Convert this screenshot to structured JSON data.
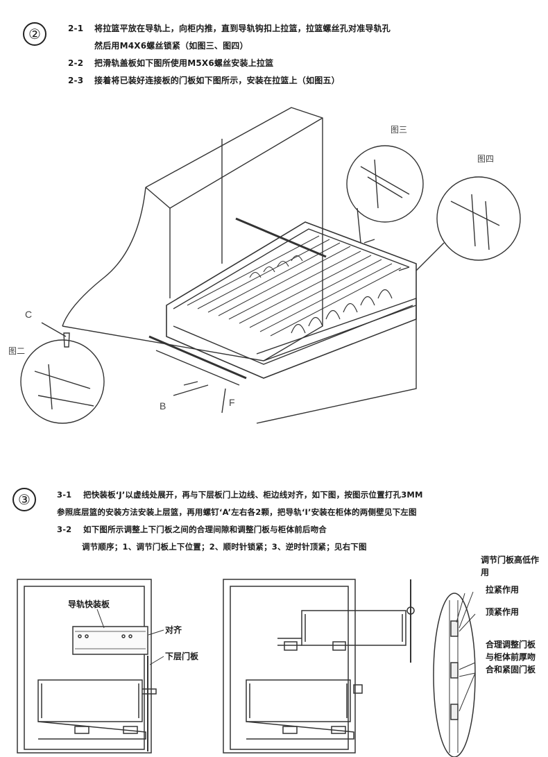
{
  "section2": {
    "number": "②",
    "lines": [
      {
        "num": "2-1",
        "text": "将拉篮平放在导轨上，向柜内推，直到导轨钩扣上拉篮，拉篮螺丝孔对准导轨孔"
      },
      {
        "num": "",
        "text": "然后用M4X6螺丝锁紧（如图三、图四）"
      },
      {
        "num": "2-2",
        "text": "把滑轨盖板如下图所使用M5X6螺丝安装上拉篮"
      },
      {
        "num": "2-3",
        "text": "接着将已装好连接板的门板如下图所示，安装在拉篮上（如图五）"
      }
    ],
    "figure": {
      "fig3": "图三",
      "fig4": "图四",
      "fig2": "图二",
      "label_c": "C",
      "label_b": "B",
      "label_f": "F"
    }
  },
  "section3": {
    "number": "③",
    "lines": [
      {
        "num": "3-1",
        "text": "把快装板‘J’以虚线处展开，再与下层板门上边线、柜边线对齐，如下图，按图示位置打孔3MM"
      },
      {
        "num": "",
        "text": "参照底层篮的安装方法安装上层篮，再用螺钉‘A’左右各2颗，把导轨‘I’安装在柜体的两侧壁见下左图"
      },
      {
        "num": "3-2",
        "text": "如下图所示调整上下门板之间的合理间隙和调整门板与柜体前后吻合"
      },
      {
        "num": "",
        "text": "调节顺序；1、调节门板上下位置；2、顺时针锁紧；3、逆时针顶紧；见右下图"
      }
    ],
    "left_figure": {
      "rail_board": "导轨快装板",
      "align": "对齐",
      "lower_door": "下层门板"
    },
    "right_figure": {
      "callout1": "调节门板高低作用",
      "callout2": "拉紧作用",
      "callout3": "顶紧作用",
      "callout4": "合理调整门板与柜体前厚吻合和紧固门板"
    }
  }
}
